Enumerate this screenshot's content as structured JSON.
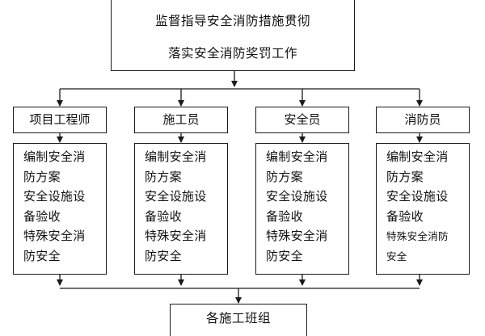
{
  "top_box": {
    "line1": "监督指导安全消防措施贯彻",
    "line2": "落实安全消防奖罚工作"
  },
  "roles": [
    {
      "title": "项目工程师",
      "duties": [
        "编制安全消",
        "防方案",
        "安全设施设",
        "备验收",
        "特殊安全消",
        "防安全"
      ]
    },
    {
      "title": "施工员",
      "duties": [
        "编制安全消",
        "防方案",
        "安全设施设",
        "备验收",
        "特殊安全消",
        "防安全"
      ]
    },
    {
      "title": "安全员",
      "duties": [
        "编制安全消",
        "防方案",
        "安全设施设",
        "备验收",
        "特殊安全消",
        "防安全"
      ]
    },
    {
      "title": "消防员",
      "duties": [
        "编制安全消",
        "防方案",
        "安全设施设",
        "备验收",
        "特殊安全消防",
        "安全"
      ]
    }
  ],
  "bottom_box": {
    "label": "各施工班组"
  }
}
